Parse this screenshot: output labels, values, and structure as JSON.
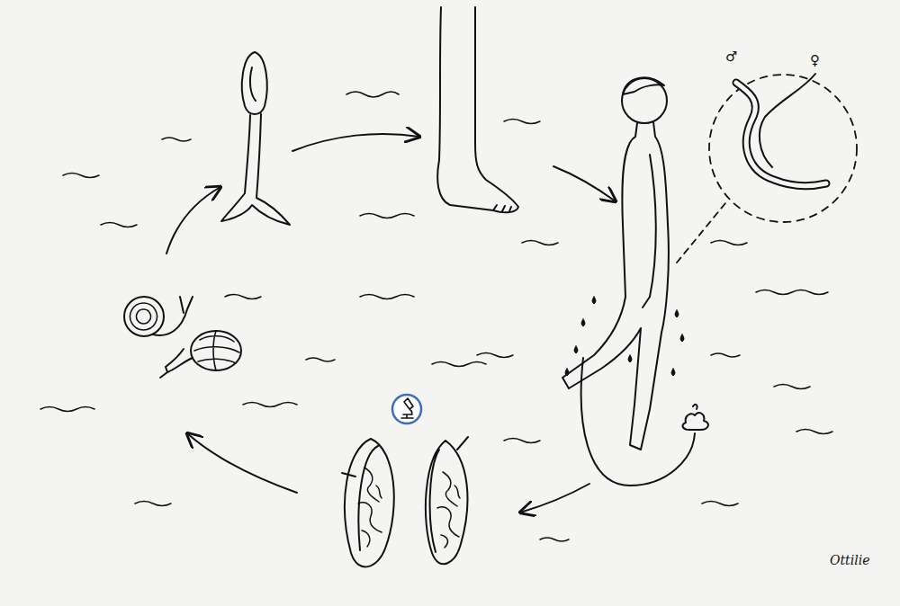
{
  "diagram": {
    "labels": [
      "♂",
      "♀",
      "Ottilie"
    ]
  }
}
